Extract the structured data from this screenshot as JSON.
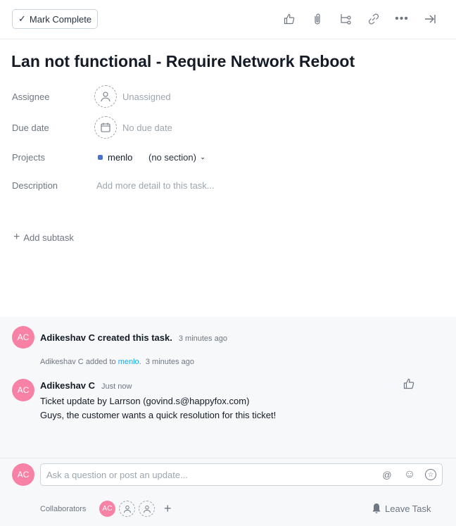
{
  "toolbar": {
    "mark_complete": "Mark Complete"
  },
  "task": {
    "title": "Lan not functional - Require Network Reboot"
  },
  "fields": {
    "assignee_label": "Assignee",
    "assignee_value": "Unassigned",
    "due_label": "Due date",
    "due_value": "No due date",
    "projects_label": "Projects",
    "project_name": "menlo",
    "project_section": "(no section)",
    "project_color": "#4573d2",
    "description_label": "Description",
    "description_placeholder": "Add more detail to this task..."
  },
  "subtask": {
    "add_label": "Add subtask"
  },
  "feed": {
    "created": {
      "avatar": "AC",
      "text": "Adikeshav C created this task.",
      "time": "3 minutes ago"
    },
    "added": {
      "user": "Adikeshav C",
      "text": "added to",
      "project": "menlo",
      "dot": ".",
      "time": "3 minutes ago"
    },
    "comment": {
      "avatar": "AC",
      "author": "Adikeshav C",
      "time": "Just now",
      "line1": "Ticket update by Larrson  (govind.s@happyfox.com)",
      "line2": "Guys, the customer wants a quick resolution for this ticket!"
    }
  },
  "composer": {
    "avatar": "AC",
    "placeholder": "Ask a question or post an update..."
  },
  "collaborators": {
    "label": "Collaborators",
    "avatar": "AC",
    "add": "+",
    "leave": "Leave Task"
  }
}
